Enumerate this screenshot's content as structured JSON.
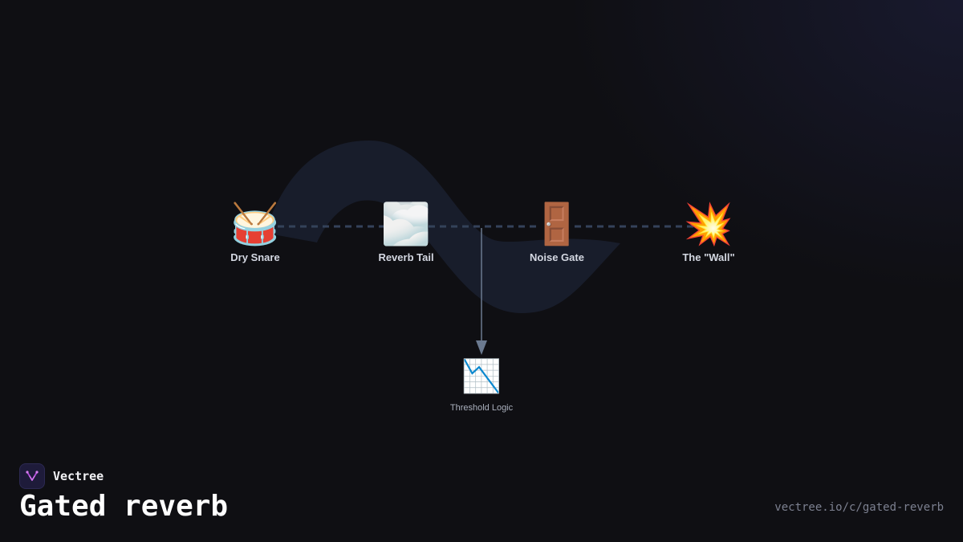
{
  "diagram": {
    "nodes": [
      {
        "id": "dry-snare",
        "label": "Dry Snare",
        "icon": "🥁",
        "icon_name": "drum-icon"
      },
      {
        "id": "reverb-tail",
        "label": "Reverb Tail",
        "icon": "🌫️",
        "icon_name": "fog-icon"
      },
      {
        "id": "noise-gate",
        "label": "Noise Gate",
        "icon": "🚪",
        "icon_name": "door-icon"
      },
      {
        "id": "wall",
        "label": "The \"Wall\"",
        "icon": "💥",
        "icon_name": "explosion-icon"
      }
    ],
    "branch": {
      "label": "Threshold Logic",
      "icon": "📉",
      "icon_name": "chart-decreasing-icon"
    },
    "edges": [
      {
        "from": "dry-snare",
        "to": "reverb-tail",
        "style": "dashed"
      },
      {
        "from": "reverb-tail",
        "to": "noise-gate",
        "style": "dashed"
      },
      {
        "from": "noise-gate",
        "to": "wall",
        "style": "dashed"
      },
      {
        "from": "reverb-tail/noise-gate",
        "to": "threshold-logic",
        "style": "solid-arrow"
      }
    ]
  },
  "brand": {
    "name": "Vectree"
  },
  "page": {
    "title": "Gated reverb",
    "url": "vectree.io/c/gated-reverb"
  },
  "colors": {
    "background": "#0f0f13",
    "connector": "#34425a",
    "branch_arrow": "#6b7a90",
    "wave": "#1a2030",
    "logo_accent": "#b04ad8"
  }
}
